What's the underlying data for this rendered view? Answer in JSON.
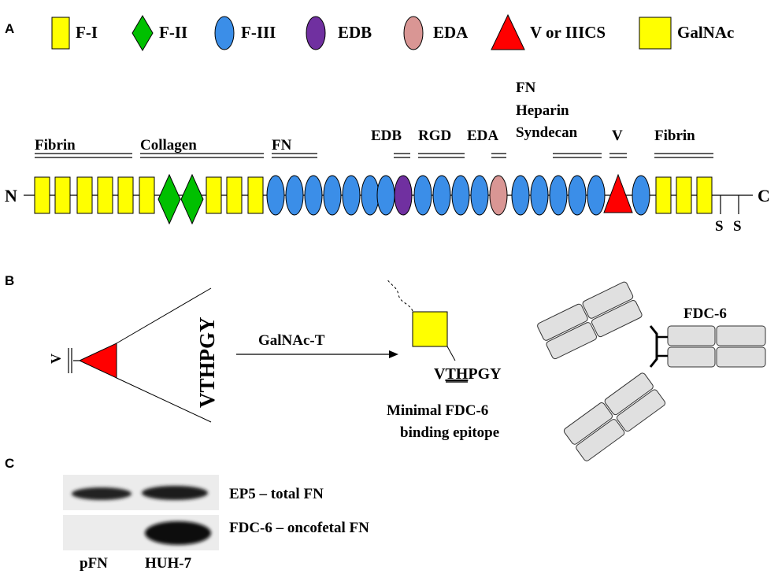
{
  "panels": {
    "a": "A",
    "b": "B",
    "c": "C"
  },
  "legend": [
    {
      "label": "F-I",
      "shape": "rect",
      "color": "#ffff00"
    },
    {
      "label": "F-II",
      "shape": "diamond",
      "color": "#00c000"
    },
    {
      "label": "F-III",
      "shape": "oval",
      "color": "#3b8ee8"
    },
    {
      "label": "EDB",
      "shape": "oval",
      "color": "#7030a0"
    },
    {
      "label": "EDA",
      "shape": "oval",
      "color": "#d99694"
    },
    {
      "label": "V or IIICS",
      "shape": "triangle",
      "color": "#ff0000"
    },
    {
      "label": "GalNAc",
      "shape": "square",
      "color": "#ffff00"
    }
  ],
  "domains": {
    "fibrin_n": "Fibrin",
    "collagen": "Collagen",
    "fn": "FN",
    "edb": "EDB",
    "rgd": "RGD",
    "eda": "EDA",
    "fn_heparin_1": "FN",
    "fn_heparin_2": "Heparin",
    "fn_heparin_3": "Syndecan",
    "v": "V",
    "fibrin_c": "Fibrin"
  },
  "chain": {
    "n": "N",
    "c": "C",
    "s1": "S",
    "s2": "S"
  },
  "panel_b": {
    "v_label": "V",
    "sequence": "VTHPGY",
    "enzyme": "GalNAc-T",
    "product_v": "V",
    "product_th": "TH",
    "product_rest": "PGY",
    "epitope_line1": "Minimal FDC-6",
    "epitope_line2": "binding epitope",
    "antibody": "FDC-6"
  },
  "panel_c": {
    "row1_label": "EP5 – total FN",
    "row2_label": "FDC-6 – oncofetal FN",
    "lane1": "pFN",
    "lane2": "HUH-7"
  },
  "colors": {
    "yellow": "#ffff00",
    "green": "#00c000",
    "blue": "#3b8ee8",
    "purple": "#7030a0",
    "pink": "#d99694",
    "red": "#ff0000"
  }
}
